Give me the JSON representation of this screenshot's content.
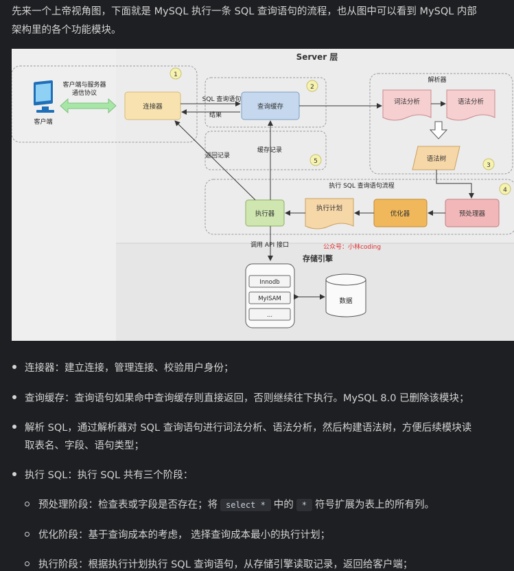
{
  "intro": {
    "line1": "先来一个上帝视角图，下面就是 MySQL 执行一条 SQL 查询语句的流程，也从图中可以看到 MySQL 内部",
    "line2": "架构里的各个功能模块。"
  },
  "diagram": {
    "server_title": "Server 层",
    "storage_title": "存储引擎",
    "client_label": "客户端",
    "protocol_label_1": "客户端与服务器",
    "protocol_label_2": "通信协议",
    "connector_label": "连接器",
    "sql_query_label": "SQL 查询语句",
    "result_label": "结果",
    "query_cache_label": "查询缓存",
    "cache_record_label": "缓存记录",
    "return_record_label": "返回记录",
    "parser_title": "解析器",
    "lexical_label": "词法分析",
    "syntax_label": "语法分析",
    "syntax_tree_label": "语法树",
    "exec_flow_title": "执行 SQL 查询语句流程",
    "executor_label": "执行器",
    "plan_label": "执行计划",
    "optimizer_label": "优化器",
    "preprocessor_label": "预处理器",
    "api_label": "调用 API 接口",
    "watermark": "公众号：小林coding",
    "engines": [
      "Innodb",
      "MyISAM",
      "..."
    ],
    "data_label": "数据",
    "badges": [
      "1",
      "2",
      "3",
      "4",
      "5"
    ]
  },
  "bullets": {
    "b1": "连接器：建立连接，管理连接、校验用户身份；",
    "b2": "查询缓存：查询语句如果命中查询缓存则直接返回，否则继续往下执行。MySQL 8.0 已删除该模块；",
    "b3_line1": "解析 SQL，通过解析器对 SQL 查询语句进行词法分析、语法分析，然后构建语法树，方便后续模块读",
    "b3_line2": "取表名、字段、语句类型；",
    "b4": "执行 SQL：执行 SQL 共有三个阶段：",
    "s1_pre": "预处理阶段：检查表或字段是否存在；将",
    "s1_code1": "select *",
    "s1_mid": "中的",
    "s1_code2": "*",
    "s1_post": "符号扩展为表上的所有列。",
    "s2": "优化阶段：基于查询成本的考虑， 选择查询成本最小的执行计划；",
    "s3": "执行阶段：根据执行计划执行 SQL 查询语句，从存储引擎读取记录，返回给客户端；"
  },
  "colors": {
    "page_bg": "#1e1f22",
    "text": "#d4d4d4",
    "diagram_bg": "#ededed",
    "connector": "#f8e3b0",
    "query_cache": "#c5d8ee",
    "parser_pink": "#f6cfd0",
    "syntax_tree": "#f6d7a8",
    "executor": "#cfe6b0",
    "optimizer": "#f0b85a",
    "preprocessor": "#f2b7b8",
    "badge": "#f6f2b0",
    "arrow_green": "#9fe0a0"
  }
}
